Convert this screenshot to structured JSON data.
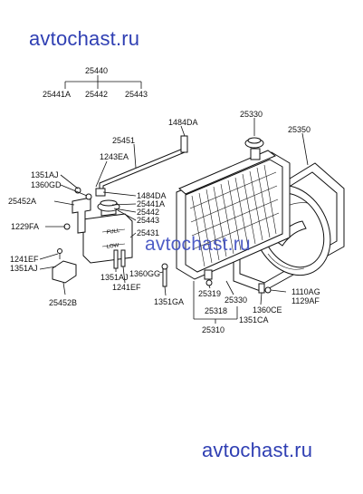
{
  "watermarks": {
    "top": "avtochast.ru",
    "middle": "avtochast.ru",
    "bottom": "avtochast.ru"
  },
  "labels": {
    "p25440": "25440",
    "p25441A_top": "25441A",
    "p25442_top": "25442",
    "p25443_top": "25443",
    "p1484DA_top": "1484DA",
    "p25330_top": "25330",
    "p25350": "25350",
    "p25451": "25451",
    "p1243EA": "1243EA",
    "p1351AJ_a": "1351AJ",
    "p1360GD": "1360GD",
    "p25452A": "25452A",
    "p1484DA_mid": "1484DA",
    "p25441A_mid": "25441A",
    "p25442_mid": "25442",
    "p25443_mid": "25443",
    "p1229FA": "1229FA",
    "p25431": "25431",
    "p1241EF_a": "1241EF",
    "p1351AJ_b": "1351AJ",
    "p25452B": "25452B",
    "p1351AJ_c": "1351AJ",
    "p1241EF_b": "1241EF",
    "p1360GG": "1360GG",
    "p1351GA": "1351GA",
    "p25319": "25319",
    "p25330_bot": "25330",
    "p25318": "25318",
    "p1360CE": "1360CE",
    "p1351CA": "1351CA",
    "p1110AG": "1110AG",
    "p1129AF": "1129AF",
    "p25310": "25310"
  },
  "tank_text": {
    "line1": "FULL",
    "line2": "LOW"
  }
}
